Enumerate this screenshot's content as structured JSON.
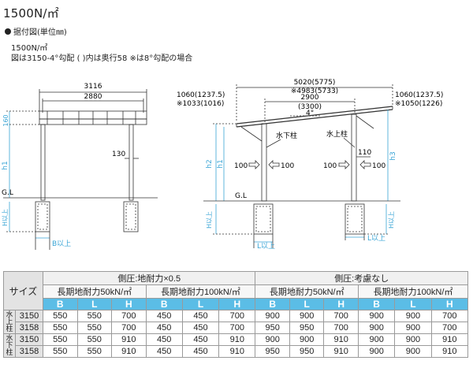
{
  "title": "1500N/㎡",
  "section": "据付図(単位㎜)",
  "note1": "1500N/㎡",
  "note2": "図は3150-4°勾配 ( )内は奥行58 ※は8°勾配の場合",
  "front": {
    "w_total": "3116",
    "w_inner": "2880",
    "h_roof": "160",
    "dim_130": "130",
    "h1": "h1",
    "gl": "G.L",
    "h_ijo": "H以上",
    "b_ijo": "B以上"
  },
  "side": {
    "total": "5020(5775)",
    "total8": "※4983(5733)",
    "span": "2900",
    "span2": "(3300)",
    "angle": "4°",
    "left_over": "1060(1237.5)",
    "left_over8": "※1033(1016)",
    "right_over": "1060(1237.5)",
    "right_over8": "※1050(1226)",
    "pillar_low": "水下柱",
    "pillar_high": "水上柱",
    "dim_110": "110",
    "d100_l1": "100",
    "d100_r1": "100",
    "d100_l2": "100",
    "d100_r2": "100",
    "h2": "h2",
    "h1": "h1",
    "h3": "h3",
    "gl": "G.L",
    "h_ijo_l": "H以上",
    "h_ijo_r": "H以上",
    "l_ijo_l": "L以上",
    "l_ijo_r": "L以上"
  },
  "table": {
    "size_label": "サイズ",
    "group1": "側圧:地耐力×0.5",
    "group2": "側圧:考慮なし",
    "sub1": "長期地耐力50kN/㎡",
    "sub2": "長期地耐力100kN/㎡",
    "sub3": "長期地耐力50kN/㎡",
    "sub4": "長期地耐力100kN/㎡",
    "cols": [
      "B",
      "L",
      "H",
      "B",
      "L",
      "H",
      "B",
      "L",
      "H",
      "B",
      "L",
      "H"
    ],
    "pillar_up": "水上柱",
    "pillar_down": "水下柱",
    "rows": [
      {
        "size": "3150",
        "vals": [
          "550",
          "550",
          "700",
          "450",
          "450",
          "700",
          "900",
          "900",
          "700",
          "900",
          "900",
          "700"
        ]
      },
      {
        "size": "3158",
        "vals": [
          "550",
          "550",
          "700",
          "450",
          "450",
          "700",
          "950",
          "950",
          "700",
          "900",
          "900",
          "700"
        ]
      },
      {
        "size": "3150",
        "vals": [
          "550",
          "550",
          "910",
          "450",
          "450",
          "910",
          "900",
          "900",
          "910",
          "900",
          "900",
          "910"
        ]
      },
      {
        "size": "3158",
        "vals": [
          "550",
          "550",
          "910",
          "450",
          "450",
          "910",
          "950",
          "950",
          "910",
          "900",
          "900",
          "910"
        ]
      }
    ]
  },
  "colors": {
    "dim_blue": "#3aa5d6",
    "header_blue": "#5bbde6",
    "line": "#333333",
    "grid": "#9a9a9a"
  }
}
